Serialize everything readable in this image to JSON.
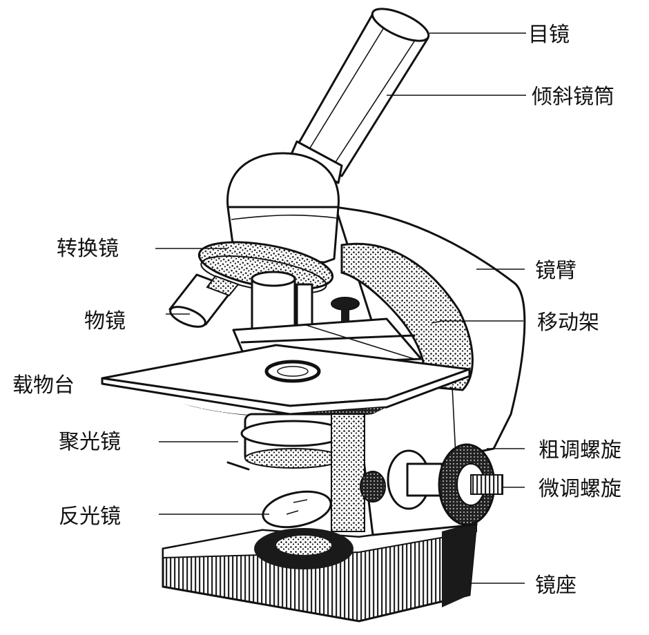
{
  "labels": {
    "eyepiece": "目镜",
    "tilted_tube": "倾斜镜筒",
    "nosepiece": "转换镜",
    "arm": "镜臂",
    "objective": "物镜",
    "mechanical_stage": "移动架",
    "stage": "载物台",
    "condenser": "聚光镜",
    "coarse_focus": "粗调螺旋",
    "fine_focus": "微调螺旋",
    "mirror": "反光镜",
    "base": "镜座"
  },
  "colors": {
    "ink": "#111111",
    "paper": "#ffffff"
  }
}
